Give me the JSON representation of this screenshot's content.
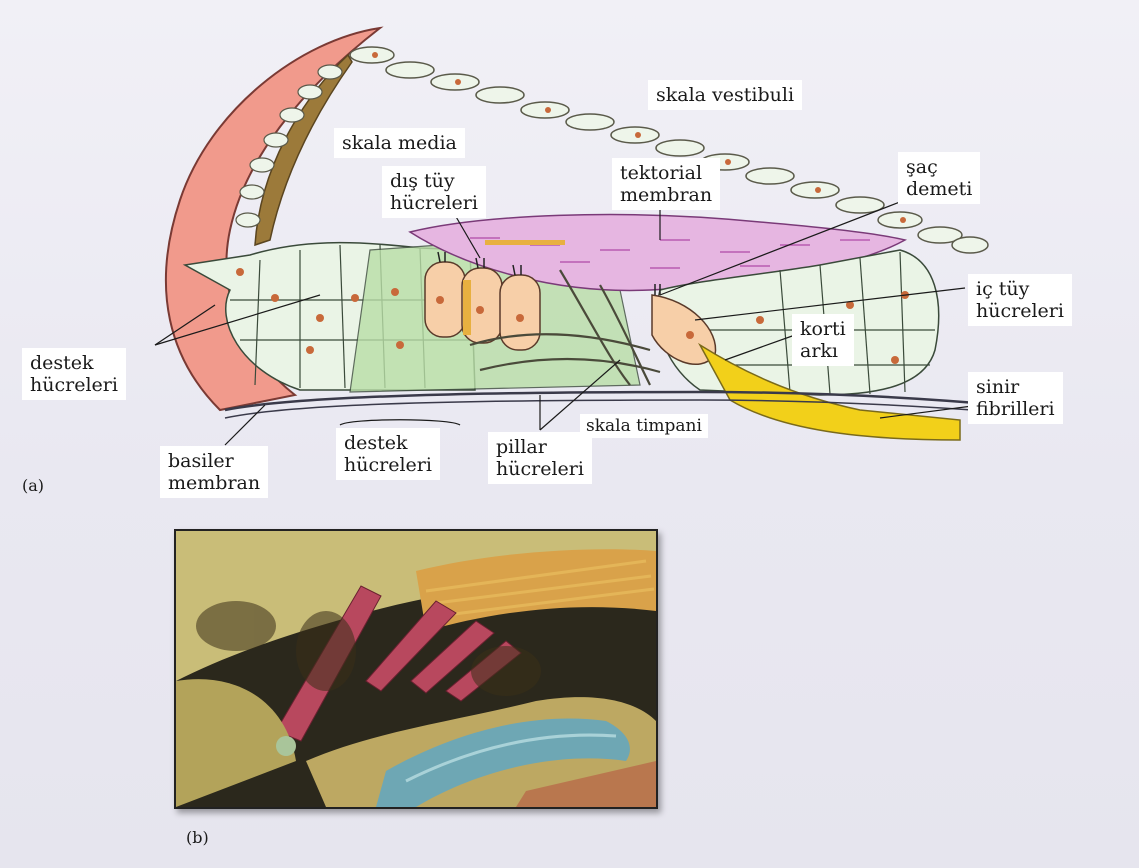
{
  "figure": {
    "panel_a": {
      "tag": "(a)",
      "labels": {
        "skala_vestibuli": "skala vestibuli",
        "skala_media": "skala media",
        "dis_tuy_hucreleri": "dış tüy\nhücreleri",
        "tektorial_membran": "tektorial\nmembran",
        "sac_demeti": "şaç\ndemeti",
        "ic_tuy_hucreleri": "iç tüy\nhücreleri",
        "korti_arki": "korti\narkı",
        "sinir_fibrilleri": "sinir\nfibrilleri",
        "destek_hucreleri_left": "destek\nhücreleri",
        "destek_hucreleri_bottom": "destek\nhücreleri",
        "basiler_membran": "basiler\nmembran",
        "pillar_hucreleri": "pillar\nhücreleri",
        "skala_timpani": "skala timpani"
      }
    },
    "panel_b": {
      "tag": "(b)",
      "icon": "electron-micrograph-image"
    },
    "colors": {
      "spiral_ligament": "#f19a8c",
      "stria": "#9c7a3a",
      "tectorial_membrane": "#e6b6e1",
      "support_cells": "#eaf4e6",
      "hair_cells": "#f7cfa8",
      "nerve": "#f2d01a",
      "nuclei": "#c8693a"
    }
  }
}
